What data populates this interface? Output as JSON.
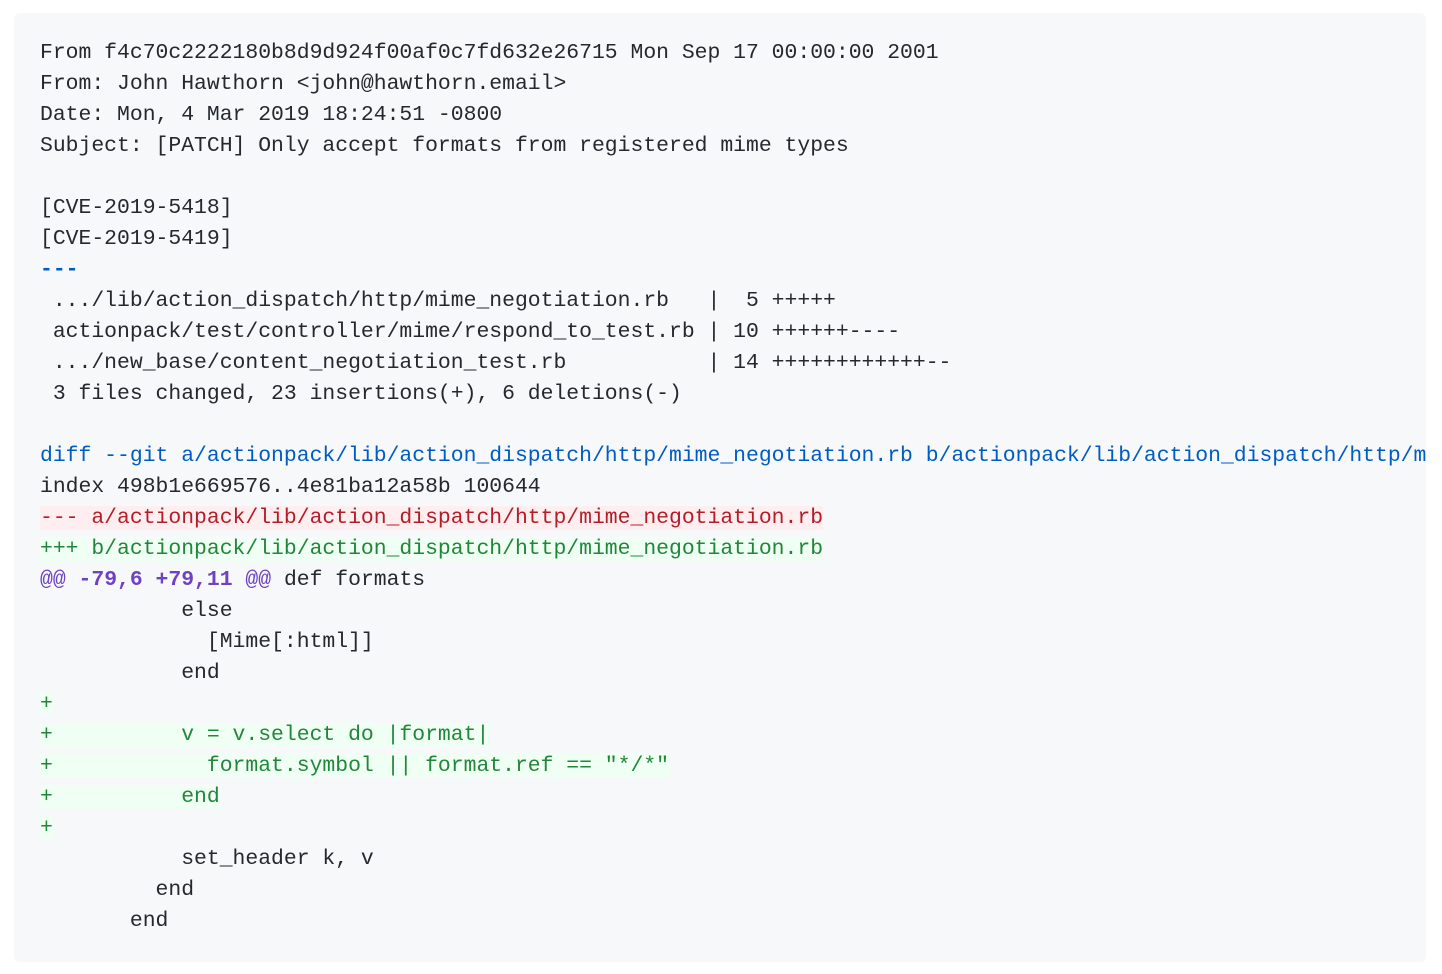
{
  "colors": {
    "background": "#f6f8fa",
    "text": "#24292e",
    "meta": "#005cc5",
    "deletion": "#b31d28",
    "deletion_bg": "#ffeef0",
    "addition": "#22863a",
    "addition_bg": "#f0fff4",
    "hunk": "#6f42c1"
  },
  "patch": {
    "lines": [
      {
        "type": "plain",
        "text": "From f4c70c2222180b8d9d924f00af0c7fd632e26715 Mon Sep 17 00:00:00 2001"
      },
      {
        "type": "plain",
        "text": "From: John Hawthorn <john@hawthorn.email>"
      },
      {
        "type": "plain",
        "text": "Date: Mon, 4 Mar 2019 18:24:51 -0800"
      },
      {
        "type": "plain",
        "text": "Subject: [PATCH] Only accept formats from registered mime types"
      },
      {
        "type": "plain",
        "text": ""
      },
      {
        "type": "plain",
        "text": "[CVE-2019-5418]"
      },
      {
        "type": "plain",
        "text": "[CVE-2019-5419]"
      },
      {
        "type": "sep",
        "text": "---"
      },
      {
        "type": "plain",
        "text": " .../lib/action_dispatch/http/mime_negotiation.rb   |  5 +++++"
      },
      {
        "type": "plain",
        "text": " actionpack/test/controller/mime/respond_to_test.rb | 10 ++++++----"
      },
      {
        "type": "plain",
        "text": " .../new_base/content_negotiation_test.rb           | 14 ++++++++++++--"
      },
      {
        "type": "plain",
        "text": " 3 files changed, 23 insertions(+), 6 deletions(-)"
      },
      {
        "type": "plain",
        "text": ""
      },
      {
        "type": "meta",
        "text": "diff --git a/actionpack/lib/action_dispatch/http/mime_negotiation.rb b/actionpack/lib/action_dispatch/http/mime_negotiation.rb"
      },
      {
        "type": "plain",
        "text": "index 498b1e669576..4e81ba12a58b 100644"
      },
      {
        "type": "del",
        "text": "--- a/actionpack/lib/action_dispatch/http/mime_negotiation.rb"
      },
      {
        "type": "add",
        "text": "+++ b/actionpack/lib/action_dispatch/http/mime_negotiation.rb"
      },
      {
        "type": "hunk",
        "marker_open": "@@",
        "range": "-79,6 +79,11",
        "marker_close": "@@",
        "context": " def formats"
      },
      {
        "type": "plain",
        "text": "           else"
      },
      {
        "type": "plain",
        "text": "             [Mime[:html]]"
      },
      {
        "type": "plain",
        "text": "           end"
      },
      {
        "type": "add",
        "text": "+"
      },
      {
        "type": "add",
        "text": "+          v = v.select do |format|"
      },
      {
        "type": "add",
        "text": "+            format.symbol || format.ref == \"*/*\""
      },
      {
        "type": "add",
        "text": "+          end"
      },
      {
        "type": "add",
        "text": "+"
      },
      {
        "type": "plain",
        "text": "           set_header k, v"
      },
      {
        "type": "plain",
        "text": "         end"
      },
      {
        "type": "plain",
        "text": "       end"
      }
    ]
  }
}
